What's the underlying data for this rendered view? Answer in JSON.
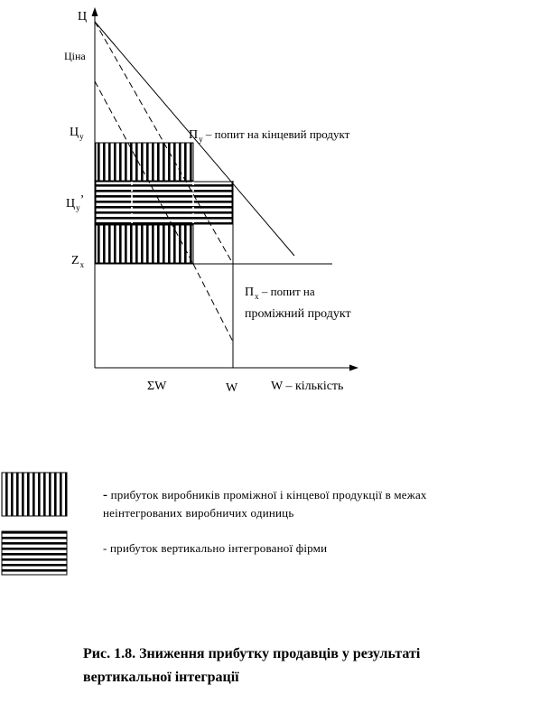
{
  "axes": {
    "y_label": "Ц",
    "price_label": "Ціна",
    "x_label": "W – кількість"
  },
  "levels": {
    "cy": {
      "main": "Ц",
      "sub": "у"
    },
    "cy_prime": {
      "main": "Ц",
      "sub": "у",
      "suffix": "’"
    },
    "zx": {
      "main": "Z",
      "sub": "х"
    }
  },
  "quantities": {
    "sum_w": "ΣW",
    "w": "W"
  },
  "curves": {
    "final_demand": {
      "main": "П",
      "sub": "у",
      "rest": " – попит на кінцевий продукт"
    },
    "intermediate_demand": {
      "main": "П",
      "sub": "х",
      "rest1": " – попит на",
      "rest2": "проміжний продукт"
    }
  },
  "legend": [
    {
      "pattern": "vertical",
      "dash": "-",
      "text_line1": " прибуток виробників проміжної і кінцевої продукції в межах",
      "text_line2": "неінтегрованих виробничих одиниць"
    },
    {
      "pattern": "horizontal",
      "text_line1": "- прибуток вертикально інтегрованої фірми"
    }
  ],
  "caption": {
    "line1": "Рис. 1.8.  Зниження прибутку продавців у результаті",
    "line2": "вертикальної інтеграції"
  }
}
